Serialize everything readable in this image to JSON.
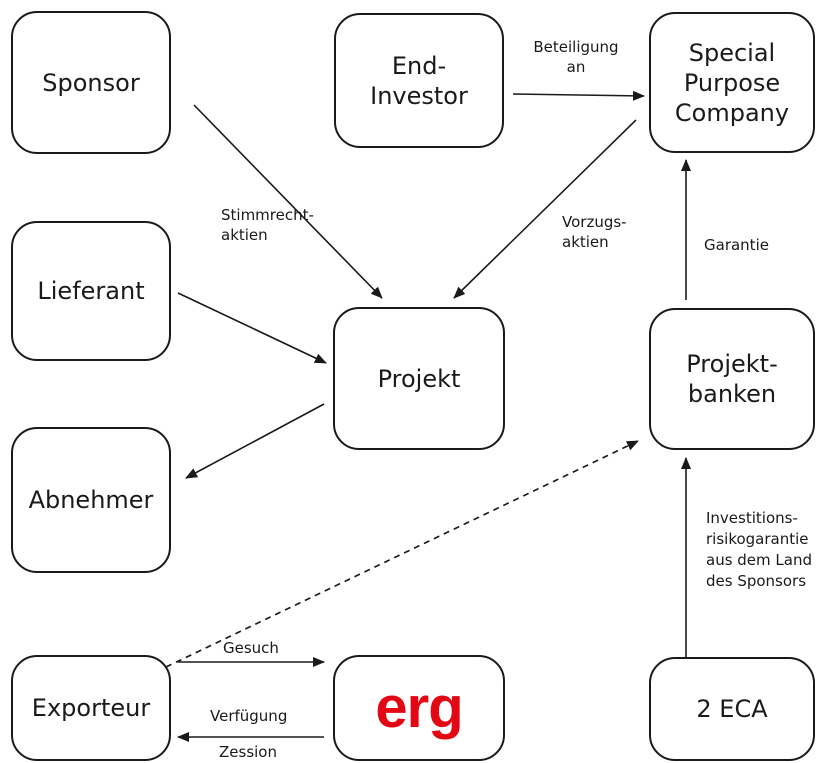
{
  "nodes": {
    "sponsor": "Sponsor",
    "end_investor": "End-\nInvestor",
    "spc": "Special\nPurpose\nCompany",
    "lieferant": "Lieferant",
    "projekt": "Projekt",
    "projektbanken": "Projekt-\nbanken",
    "abnehmer": "Abnehmer",
    "exporteur": "Exporteur",
    "erg_logo": "erg",
    "eca": "2 ECA"
  },
  "edge_labels": {
    "beteiligung": "Beteiligung\nan",
    "stimmrecht": "Stimmrecht-\naktien",
    "vorzugs": "Vorzugs-\naktien",
    "garantie": "Garantie",
    "investitions": "Investitions-\nrisikogarantie\naus dem Land\ndes Sponsors",
    "gesuch": "Gesuch",
    "verfuegung": "Verfügung",
    "zession": "Zession"
  },
  "colors": {
    "line": "#1a1a1a",
    "logo": "#e30613"
  }
}
